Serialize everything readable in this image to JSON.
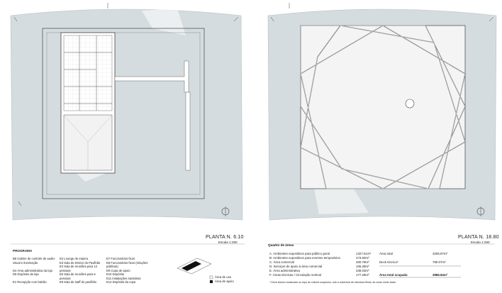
{
  "plans": [
    {
      "title": "PLANTA N. 6.10",
      "scale": "Escala 1:250"
    },
    {
      "title": "PLANTA N. 18.80",
      "scale": "Escala 1:250"
    }
  ],
  "programa": {
    "heading": "PROGRAMA",
    "col1": [
      "B6 Cabine de controle de audio-",
      "visual e iluminação",
      "",
      "D4 Área administrativa da loja",
      "D6 Depósito da loja",
      "",
      "E1 Recepção com balcão"
    ],
    "col2": [
      "E2 Lounge de espera",
      "E3 Sala do Diretor do Pavilhão",
      "E4 Sala de reuniões para 12",
      "pessoas",
      "E5 Sala de reuniões para 6",
      "pessoas",
      "E6 Sala de staff do pavilhão"
    ],
    "col3": [
      "E7 Funcionários fixos",
      "E8 Funcionários fixos (relações",
      "públicas)",
      "E9 Copa de apoio",
      "E10 Depósito",
      "E11 Instalações sanitárias",
      "E12 Depósito da copa"
    ],
    "legend": [
      "Área de uso",
      "Área de apoio"
    ]
  },
  "areas": {
    "heading": "Quadro de áreas",
    "rows": [
      {
        "label": "A. Ambientes expositivos para público geral",
        "value": "1327.51m²"
      },
      {
        "label": "B. Ambientes expositivos para eventos temporários",
        "value": "473.60m²"
      },
      {
        "label": "C. Área comercial",
        "value": "200.78m²"
      },
      {
        "label": "D. Serviços de apoio à área comercial",
        "value": "105.28m²"
      },
      {
        "label": "E. Área administrativa",
        "value": "339.03m²"
      },
      {
        "label": "F. Áreas técnicas / Circulação vertical",
        "value": "177.28m²"
      }
    ],
    "totals": [
      {
        "label": "Área total",
        "value": "3206.87m²"
      },
      {
        "label": "Deck técnico*",
        "value": "780.07m²"
      },
      {
        "label": "Área total ocupada",
        "value": "3986.94m²"
      }
    ],
    "footnote": "* Deck técnico localizado no topo do volume suspenso, sob a cobertura de estrutura tênsil, de custo muito baixo"
  },
  "colors": {
    "water": "#d4dcdf",
    "ink": "#555555",
    "support": "#111111"
  }
}
